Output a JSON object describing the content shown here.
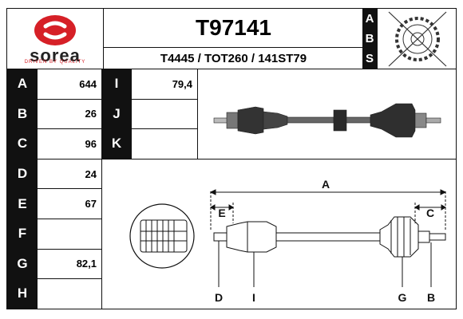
{
  "brand": {
    "name": "sorea",
    "tagline": "DRIVEN BY QUALITY",
    "color": "#d62027"
  },
  "part": {
    "number": "T97141",
    "cross_refs": "T4445 / TOT260 / 141ST79"
  },
  "abs_labels": [
    "A",
    "B",
    "S"
  ],
  "dims_left": [
    {
      "letter": "A",
      "value": "644"
    },
    {
      "letter": "B",
      "value": "26"
    },
    {
      "letter": "C",
      "value": "96"
    },
    {
      "letter": "D",
      "value": "24"
    },
    {
      "letter": "E",
      "value": "67"
    },
    {
      "letter": "F",
      "value": ""
    },
    {
      "letter": "G",
      "value": "82,1"
    },
    {
      "letter": "H",
      "value": ""
    }
  ],
  "dims_right": [
    {
      "letter": "I",
      "value": "79,4"
    },
    {
      "letter": "J",
      "value": ""
    },
    {
      "letter": "K",
      "value": ""
    }
  ],
  "diagram_labels": {
    "a": "A",
    "e": "E",
    "c": "C",
    "d": "D",
    "i": "I",
    "g": "G",
    "b": "B"
  }
}
